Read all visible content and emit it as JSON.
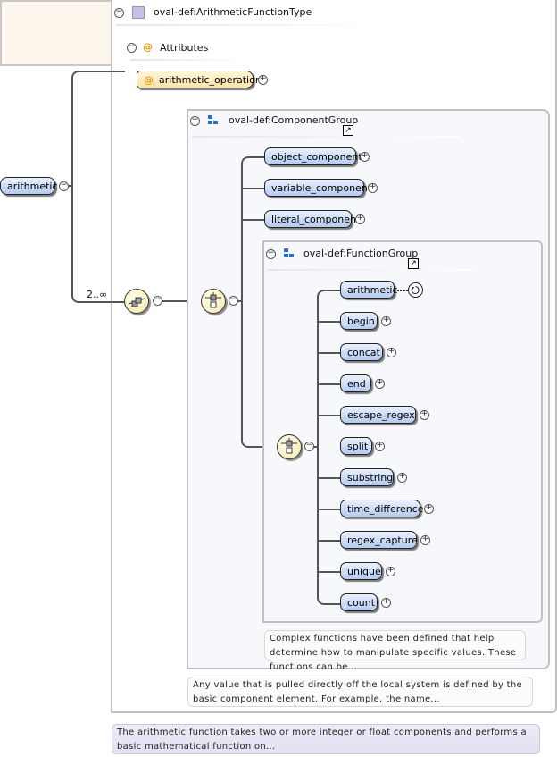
{
  "root_element": {
    "label": "arithmetic",
    "collapse_symbol": "−"
  },
  "complex_type": {
    "label": "oval-def:ArithmeticFunctionType",
    "icon": "complex-type-icon"
  },
  "attributes": {
    "header": "Attributes",
    "items": [
      {
        "label": "arithmetic_operation",
        "icon": "attribute-at-icon"
      }
    ],
    "at_symbol": "@"
  },
  "sequence": {
    "occurrence": "2..∞",
    "icon": "sequence-compositor-icon"
  },
  "component_group": {
    "label": "oval-def:ComponentGroup",
    "icon": "group-icon",
    "goto_symbol": "↗",
    "choice_icon": "choice-compositor-icon",
    "items": [
      {
        "label": "object_component"
      },
      {
        "label": "variable_component"
      },
      {
        "label": "literal_component"
      }
    ],
    "documentation": "Any value that is pulled directly off the local system is defined by the basic component element. For example, the name..."
  },
  "function_group": {
    "label": "oval-def:FunctionGroup",
    "icon": "group-icon",
    "goto_symbol": "↗",
    "choice_icon": "choice-compositor-icon",
    "items": [
      {
        "label": "arithmetic",
        "recursive": true
      },
      {
        "label": "begin"
      },
      {
        "label": "concat"
      },
      {
        "label": "end"
      },
      {
        "label": "escape_regex"
      },
      {
        "label": "split"
      },
      {
        "label": "substring"
      },
      {
        "label": "time_difference"
      },
      {
        "label": "regex_capture"
      },
      {
        "label": "unique"
      },
      {
        "label": "count"
      }
    ],
    "documentation": "Complex functions have been defined that help determine how to manipulate specific values. These functions can be..."
  },
  "root_documentation": "The arithmetic function takes two or more integer or float components and performs a basic mathematical function on...",
  "symbols": {
    "collapse": "−",
    "expand": "+"
  },
  "colors": {
    "element_fill": "#c9daf6",
    "attribute_fill": "#fbe3a8",
    "compositor_fill": "#f5e9ad",
    "group_icon": "#2b6cc4",
    "type_icon": "#c8c0e6"
  }
}
